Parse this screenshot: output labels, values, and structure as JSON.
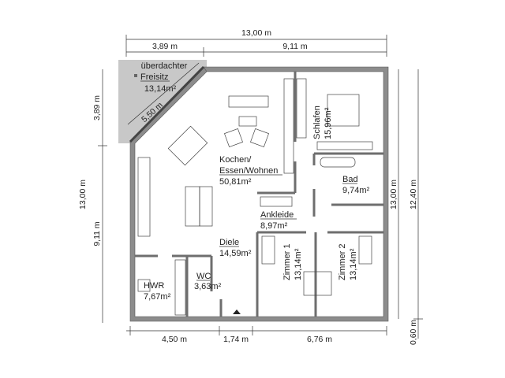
{
  "dimensions": {
    "top_total": "13,00 m",
    "top_left": "3,89 m",
    "top_right": "9,11 m",
    "left_upper": "3,89 m",
    "left_total": "13,00 m",
    "left_lower": "9,11 m",
    "right_inner": "13,00 m",
    "right_outer": "12,40 m",
    "right_bottom": "0,60 m",
    "bottom_left": "4,50 m",
    "bottom_mid": "1,74 m",
    "bottom_right": "6,76 m",
    "diagonal": "5,50 m"
  },
  "rooms": {
    "freisitz": {
      "name1": "überdachter",
      "name2": "Freisitz",
      "area": "13,14m²"
    },
    "kochen": {
      "name1": "Kochen/",
      "name2": "Essen/Wohnen",
      "area": "50,81m²"
    },
    "schlafen": {
      "name": "Schlafen",
      "area": "15,96m²"
    },
    "bad": {
      "name": "Bad",
      "area": "9,74m²"
    },
    "ankleide": {
      "name": "Ankleide",
      "area": "8,97m²"
    },
    "diele": {
      "name": "Diele",
      "area": "14,59m²"
    },
    "zimmer1": {
      "name": "Zimmer 1",
      "area": "13,14m²"
    },
    "zimmer2": {
      "name": "Zimmer 2",
      "area": "13,14m²"
    },
    "wc": {
      "name": "WC",
      "area": "3,63m²"
    },
    "hwr": {
      "name": "HWR",
      "area": "7,67m²"
    }
  },
  "colors": {
    "terrace": "#c8c8c8",
    "wall": "#8c8c8c"
  }
}
